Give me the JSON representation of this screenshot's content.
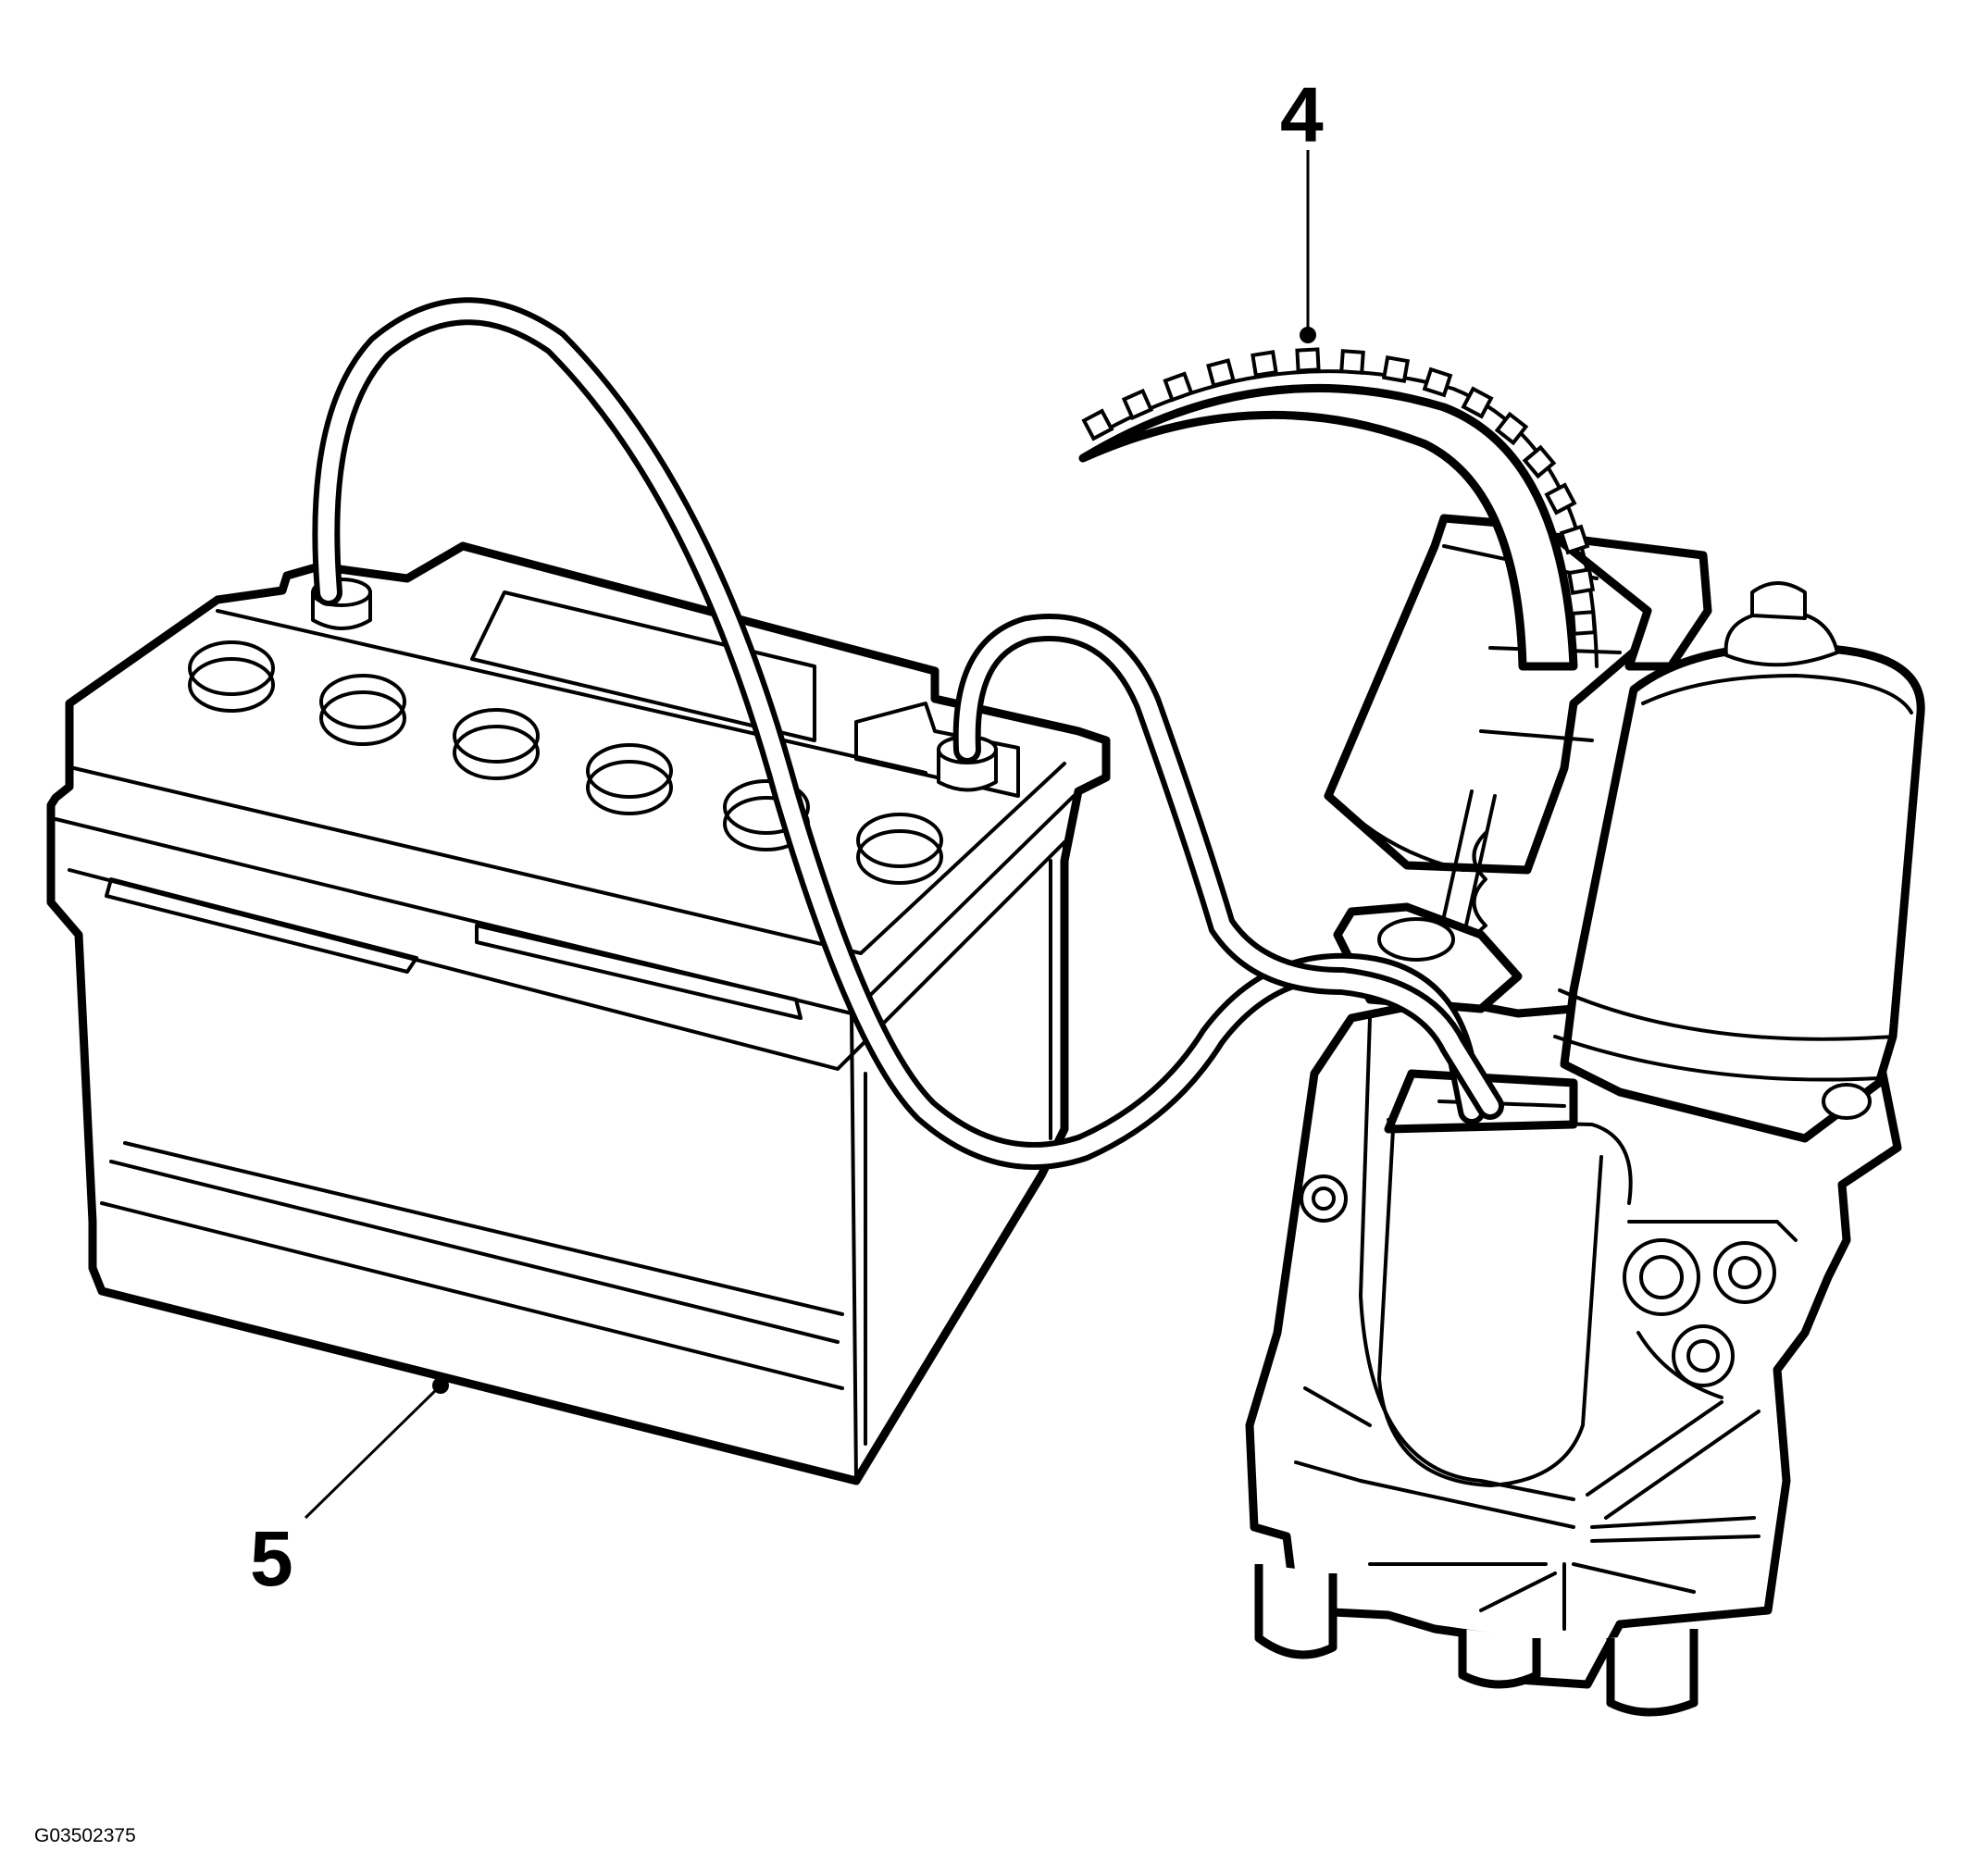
{
  "figure_id": "G03502375",
  "callouts": [
    {
      "number": "4",
      "target": "ring-gear-segment"
    },
    {
      "number": "5",
      "target": "battery"
    }
  ]
}
